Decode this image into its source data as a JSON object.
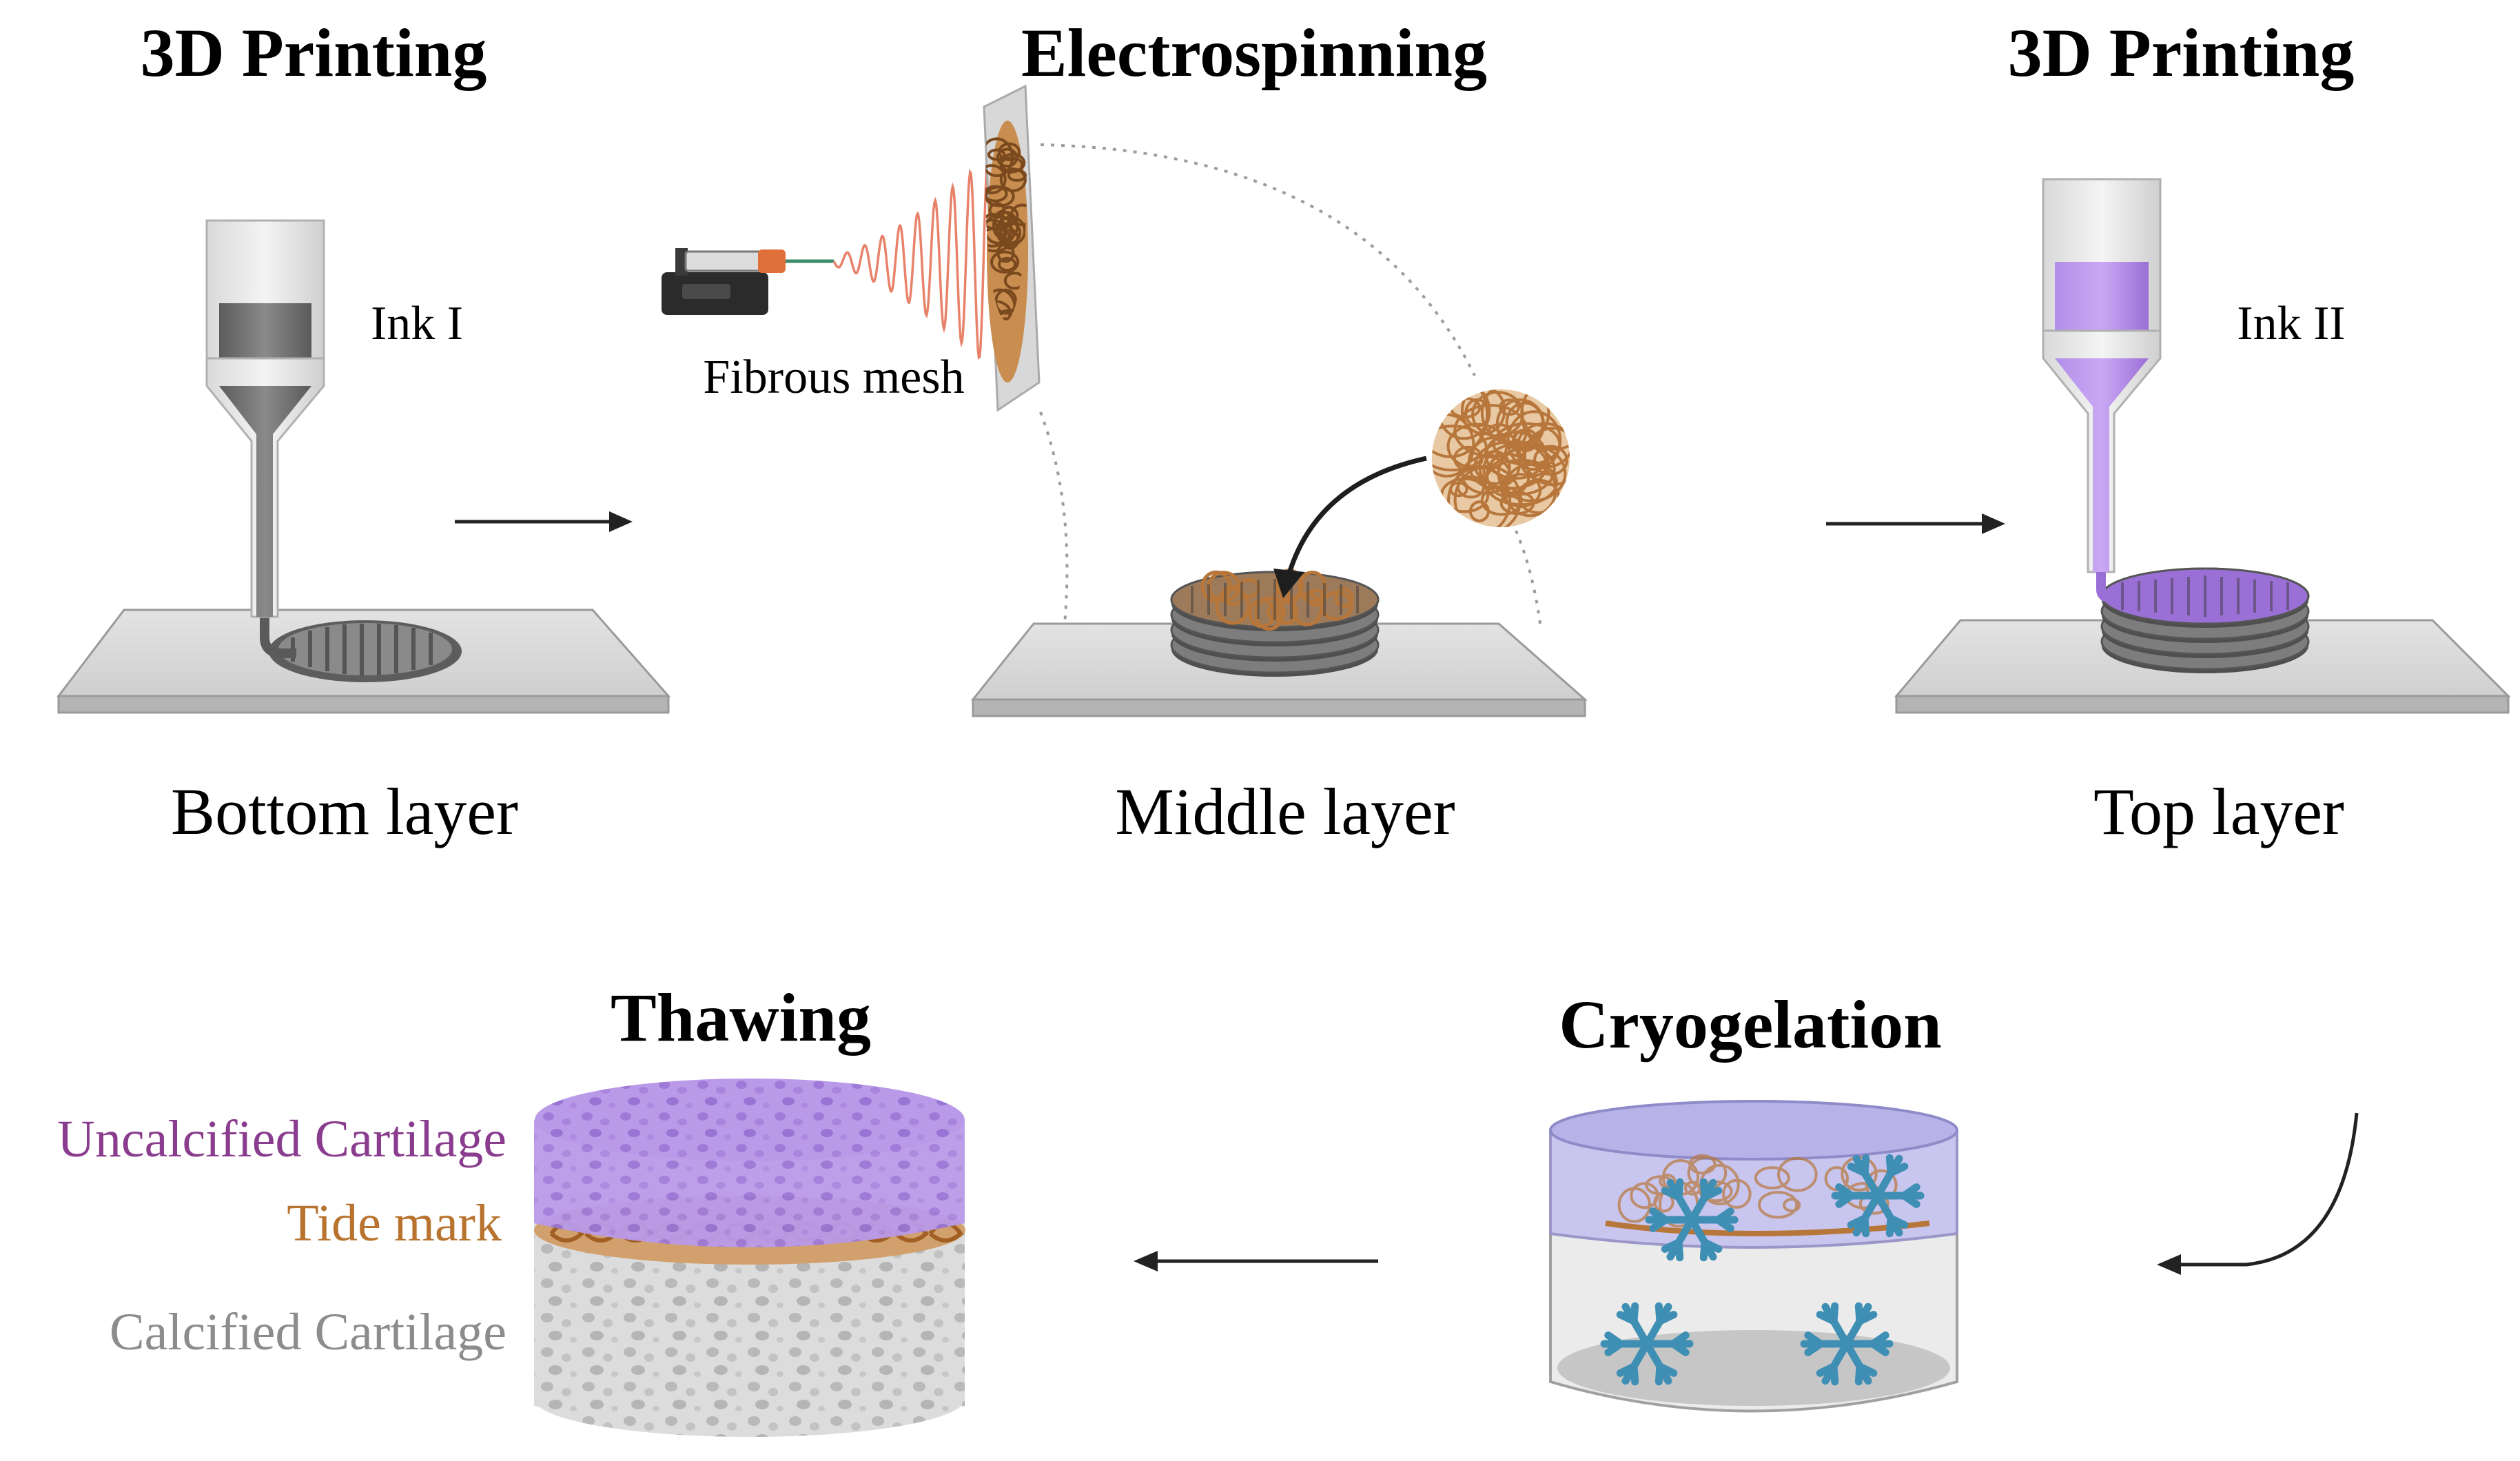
{
  "steps": {
    "bottom": {
      "title": "3D Printing",
      "ink": "Ink I",
      "caption": "Bottom layer"
    },
    "middle": {
      "title": "Electrospinning",
      "mesh": "Fibrous mesh",
      "caption": "Middle layer"
    },
    "top": {
      "title": "3D Printing",
      "ink": "Ink II",
      "caption": "Top layer"
    },
    "cryo": {
      "title": "Cryogelation"
    },
    "thaw": {
      "title": "Thawing",
      "zones": {
        "uncalcified": "Uncalcified Cartilage",
        "tide": "Tide mark",
        "calcified": "Calcified Cartilage"
      }
    }
  },
  "colors": {
    "ink_gray": "#6e6e6e",
    "ink_purple": "#9a6fd6",
    "fiber_copper": "#b8773a",
    "uncalcified_text": "#8a3d8e",
    "tide_text": "#b8732e",
    "calcified_text": "#8c8c8c",
    "snowflake": "#3f8fb5"
  },
  "icons": [
    "syringe-pump-icon",
    "snowflake-icon",
    "arrow-right-icon",
    "arrow-left-icon"
  ]
}
